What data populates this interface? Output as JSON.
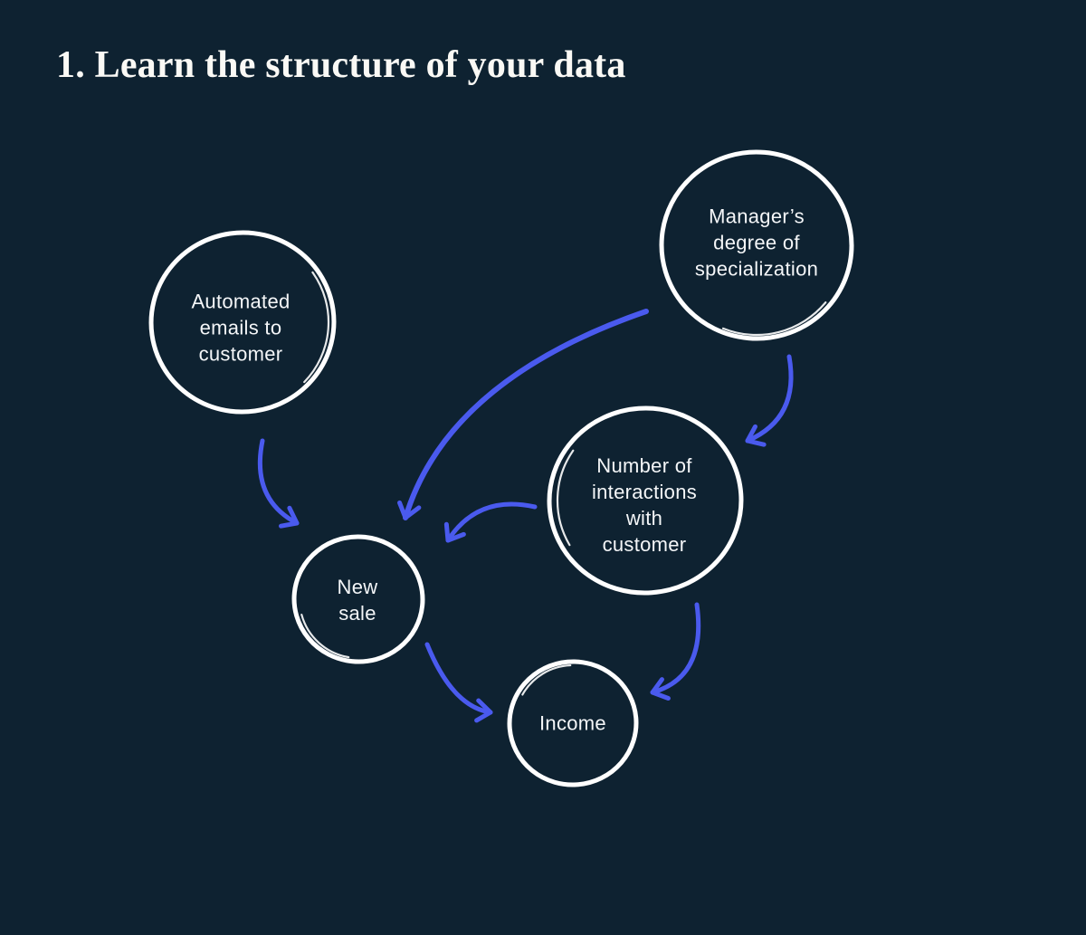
{
  "title": "1. Learn the structure of your data",
  "diagram": {
    "type": "causal-graph",
    "nodes": [
      {
        "id": "automated-emails",
        "label": "Automated emails to customer",
        "lines": [
          "Automated",
          "emails to",
          "customer"
        ]
      },
      {
        "id": "managers-specialization",
        "label": "Manager’s degree of specialization",
        "lines": [
          "Manager’s",
          "degree of",
          "specialization"
        ]
      },
      {
        "id": "interactions",
        "label": "Number of interactions with customer",
        "lines": [
          "Number of",
          "interactions",
          "with",
          "customer"
        ]
      },
      {
        "id": "new-sale",
        "label": "New sale",
        "lines": [
          "New",
          "sale"
        ]
      },
      {
        "id": "income",
        "label": "Income",
        "lines": [
          "Income"
        ]
      }
    ],
    "edges": [
      {
        "from": "automated-emails",
        "to": "new-sale"
      },
      {
        "from": "managers-specialization",
        "to": "new-sale"
      },
      {
        "from": "managers-specialization",
        "to": "interactions"
      },
      {
        "from": "interactions",
        "to": "new-sale"
      },
      {
        "from": "interactions",
        "to": "income"
      },
      {
        "from": "new-sale",
        "to": "income"
      }
    ]
  },
  "colors": {
    "background": "#0e2231",
    "node_ring": "#ffffff",
    "node_text": "#f4f6f8",
    "arrow": "#4a5aee",
    "title_text": "#faf9f5"
  }
}
